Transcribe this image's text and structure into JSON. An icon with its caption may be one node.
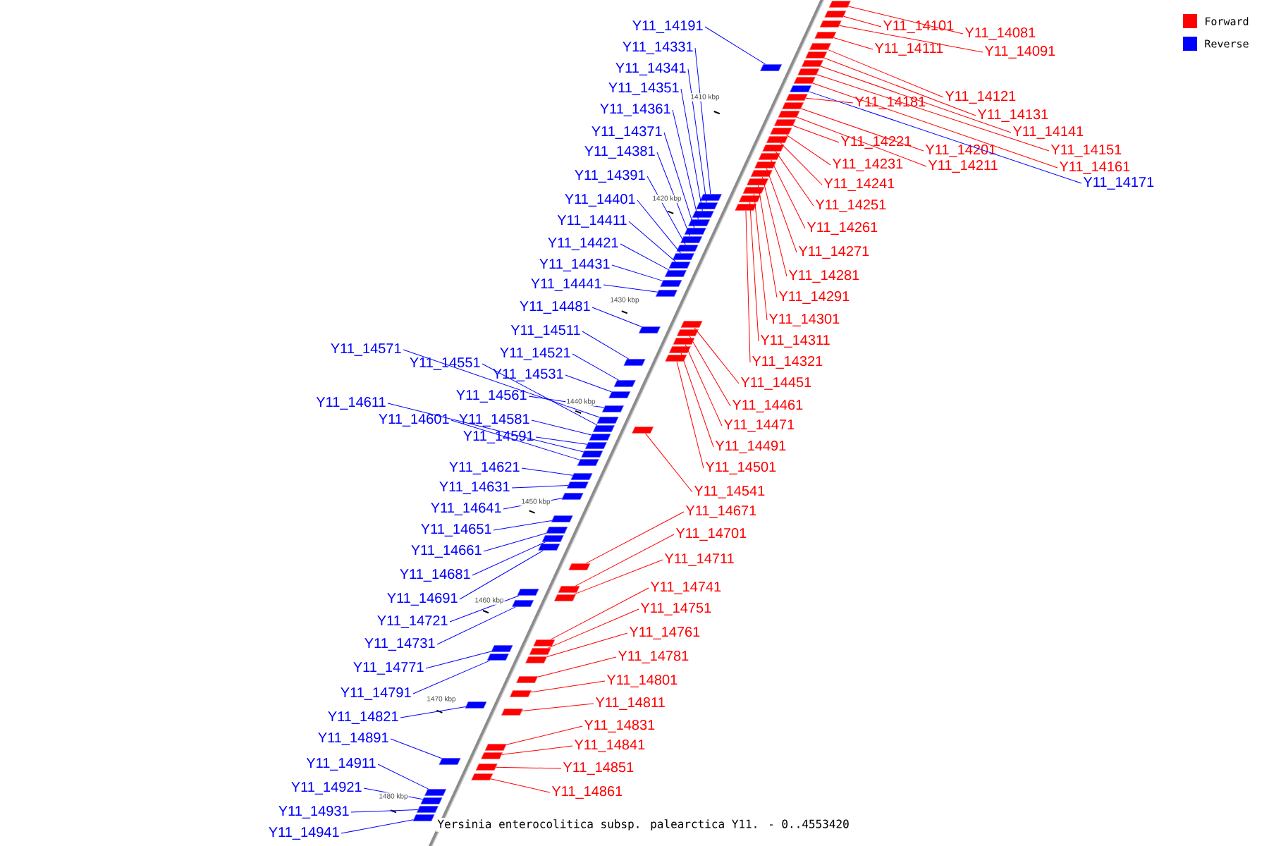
{
  "diagram": {
    "nodes": [
      {
        "text": [
          "Y11_14191"
        ]
      },
      {
        "text": [
          "Y11_14331"
        ]
      },
      {
        "text": [
          "Y11_14341"
        ]
      },
      {
        "text": [
          "Y11_14351"
        ]
      },
      {
        "text": [
          "Y11_14361"
        ]
      },
      {
        "text": [
          "Y11_14371"
        ]
      },
      {
        "text": [
          "Y11_14381"
        ]
      },
      {
        "text": [
          "Y11_14391"
        ]
      },
      {
        "text": [
          "Y11_14401"
        ]
      },
      {
        "text": [
          "Y11_14411"
        ]
      },
      {
        "text": [
          "Y11_14421"
        ]
      },
      {
        "text": [
          "Y11_14431"
        ]
      },
      {
        "text": [
          "Y11_14441"
        ]
      },
      {
        "text": [
          "Y11_14481"
        ]
      },
      {
        "text": [
          "Y11_14511"
        ]
      },
      {
        "text": [
          "Y11_14521"
        ]
      },
      {
        "text": [
          "Y11_14531"
        ]
      },
      {
        "text": [
          "Y11_14571"
        ]
      },
      {
        "text": [
          "Y11_14551"
        ]
      },
      {
        "text": [
          "Y11_14561"
        ]
      },
      {
        "text": [
          "Y11_14611"
        ]
      },
      {
        "text": [
          "Y11_14601"
        ]
      },
      {
        "text": [
          "Y11_14581"
        ]
      },
      {
        "text": [
          "Y11_14591"
        ]
      },
      {
        "text": [
          "Y11_14621"
        ]
      },
      {
        "text": [
          "Y11_14631"
        ]
      },
      {
        "text": [
          "Y11_14641"
        ]
      },
      {
        "text": [
          "Y11_14651"
        ]
      },
      {
        "text": [
          "Y11_14661"
        ]
      },
      {
        "text": [
          "Y11_14681"
        ]
      },
      {
        "text": [
          "Y11_14691"
        ]
      },
      {
        "text": [
          "Y11_14721"
        ]
      },
      {
        "text": [
          "Y11_14731"
        ]
      },
      {
        "text": [
          "Y11_14771"
        ]
      },
      {
        "text": [
          "Y11_14791"
        ]
      },
      {
        "text": [
          "Y11_14821"
        ]
      },
      {
        "text": [
          "Y11_14891"
        ]
      },
      {
        "text": [
          "Y11_14911"
        ]
      },
      {
        "text": [
          "Y11_14921"
        ]
      },
      {
        "text": [
          "Y11_14931"
        ]
      },
      {
        "text": [
          "Y11_14941"
        ]
      },
      {
        "text": [
          "Y11_14101"
        ]
      },
      {
        "text": [
          "Y11_14081"
        ]
      },
      {
        "text": [
          "Y11_14091"
        ]
      },
      {
        "text": [
          "Y11_14111"
        ]
      },
      {
        "text": [
          "Y11_14121"
        ]
      },
      {
        "text": [
          "Y11_14131"
        ]
      },
      {
        "text": [
          "Y11_14141"
        ]
      },
      {
        "text": [
          "Y11_14151"
        ]
      },
      {
        "text": [
          "Y11_14161"
        ]
      },
      {
        "text": [
          "Y11_14171"
        ]
      },
      {
        "text": [
          "Y11_14181"
        ]
      },
      {
        "text": [
          "Y11_14201"
        ]
      },
      {
        "text": [
          "Y11_14211"
        ]
      },
      {
        "text": [
          "Y11_14221"
        ]
      },
      {
        "text": [
          "Y11_14231"
        ]
      },
      {
        "text": [
          "Y11_14241"
        ]
      },
      {
        "text": [
          "Y11_14251"
        ]
      },
      {
        "text": [
          "Y11_14261"
        ]
      },
      {
        "text": [
          "Y11_14271"
        ]
      },
      {
        "text": [
          "Y11_14281"
        ]
      },
      {
        "text": [
          "Y11_14291"
        ]
      },
      {
        "text": [
          "Y11_14301"
        ]
      },
      {
        "text": [
          "Y11_14311"
        ]
      },
      {
        "text": [
          "Y11_14321"
        ]
      },
      {
        "text": [
          "Y11_14451"
        ]
      },
      {
        "text": [
          "Y11_14461"
        ]
      },
      {
        "text": [
          "Y11_14471"
        ]
      },
      {
        "text": [
          "Y11_14491"
        ]
      },
      {
        "text": [
          "Y11_14501"
        ]
      },
      {
        "text": [
          "Y11_14541"
        ]
      },
      {
        "text": [
          "Y11_14671"
        ]
      },
      {
        "text": [
          "Y11_14701"
        ]
      },
      {
        "text": [
          "Y11_14711"
        ]
      },
      {
        "text": [
          "Y11_14741"
        ]
      },
      {
        "text": [
          "Y11_14751"
        ]
      },
      {
        "text": [
          "Y11_14761"
        ]
      },
      {
        "text": [
          "Y11_14781"
        ]
      },
      {
        "text": [
          "Y11_14801"
        ]
      },
      {
        "text": [
          "Y11_14811"
        ]
      },
      {
        "text": [
          "Y11_14831"
        ]
      },
      {
        "text": [
          "Y11_14841"
        ]
      },
      {
        "text": [
          "Y11_14851"
        ]
      },
      {
        "text": [
          "Y11_14861"
        ]
      },
      {
        "text": [],
        "shape": "bar"
      },
      {
        "text": [],
        "shape": "bar"
      },
      {
        "text": [],
        "shape": "bar"
      },
      {
        "text": [],
        "shape": "bar"
      },
      {
        "text": [],
        "shape": "bar"
      },
      {
        "text": [],
        "shape": "bar"
      },
      {
        "text": [],
        "shape": "bar"
      },
      {
        "text": [],
        "shape": "bar"
      },
      {
        "text": [],
        "shape": "bar"
      },
      {
        "text": [],
        "shape": "bar"
      },
      {
        "text": [],
        "shape": "bar"
      },
      {
        "text": [],
        "shape": "bar"
      },
      {
        "text": [],
        "shape": "bar"
      },
      {
        "text": [],
        "shape": "bar"
      },
      {
        "text": [],
        "shape": "bar"
      },
      {
        "text": [],
        "shape": "bar"
      },
      {
        "text": [],
        "shape": "bar"
      },
      {
        "text": [],
        "shape": "bar"
      },
      {
        "text": [],
        "shape": "bar"
      },
      {
        "text": [],
        "shape": "bar"
      },
      {
        "text": [],
        "shape": "bar"
      },
      {
        "text": [],
        "shape": "bar"
      },
      {
        "text": [],
        "shape": "bar"
      },
      {
        "text": [],
        "shape": "bar"
      },
      {
        "text": [],
        "shape": "bar"
      },
      {
        "text": [],
        "shape": "bar"
      },
      {
        "text": [],
        "shape": "bar"
      },
      {
        "text": [],
        "shape": "bar"
      },
      {
        "text": [],
        "shape": "bar"
      },
      {
        "text": [],
        "shape": "bar"
      },
      {
        "text": [],
        "shape": "bar"
      },
      {
        "text": [],
        "shape": "bar"
      },
      {
        "text": [],
        "shape": "bar"
      },
      {
        "text": [],
        "shape": "bar"
      },
      {
        "text": [],
        "shape": "bar"
      },
      {
        "text": [],
        "shape": "bar"
      },
      {
        "text": [],
        "shape": "bar"
      },
      {
        "text": [],
        "shape": "bar"
      },
      {
        "text": [],
        "shape": "bar"
      },
      {
        "text": [],
        "shape": "bar"
      },
      {
        "text": [],
        "shape": "bar"
      },
      {
        "text": [],
        "shape": "bar"
      },
      {
        "text": [],
        "shape": "bar"
      },
      {
        "text": [],
        "shape": "bar"
      },
      {
        "text": [],
        "shape": "bar"
      },
      {
        "text": [],
        "shape": "bar"
      },
      {
        "text": [],
        "shape": "bar"
      },
      {
        "text": [],
        "shape": "bar"
      },
      {
        "text": [],
        "shape": "bar"
      },
      {
        "text": [],
        "shape": "bar"
      },
      {
        "text": [],
        "shape": "bar"
      },
      {
        "text": [],
        "shape": "bar"
      },
      {
        "text": [],
        "shape": "bar"
      },
      {
        "text": [],
        "shape": "bar"
      },
      {
        "text": [],
        "shape": "bar"
      },
      {
        "text": [],
        "shape": "bar"
      },
      {
        "text": [],
        "shape": "bar"
      },
      {
        "text": [],
        "shape": "bar"
      },
      {
        "text": [],
        "shape": "bar"
      },
      {
        "text": [],
        "shape": "bar"
      },
      {
        "text": [],
        "shape": "bar"
      },
      {
        "text": [],
        "shape": "bar"
      },
      {
        "text": [],
        "shape": "bar"
      },
      {
        "text": [],
        "shape": "bar"
      },
      {
        "text": [],
        "shape": "bar"
      },
      {
        "text": [],
        "shape": "bar"
      },
      {
        "text": [],
        "shape": "bar"
      },
      {
        "text": [],
        "shape": "bar"
      },
      {
        "text": [],
        "shape": "bar"
      },
      {
        "text": [],
        "shape": "bar"
      },
      {
        "text": [],
        "shape": "bar"
      },
      {
        "text": [],
        "shape": "bar"
      },
      {
        "text": [],
        "shape": "bar"
      },
      {
        "text": [],
        "shape": "bar"
      },
      {
        "text": [],
        "shape": "bar"
      },
      {
        "text": [],
        "shape": "bar"
      },
      {
        "text": [],
        "shape": "bar"
      },
      {
        "text": [],
        "shape": "bar"
      },
      {
        "text": [],
        "shape": "bar"
      },
      {
        "text": [],
        "shape": "bar"
      },
      {
        "text": [],
        "shape": "bar"
      },
      {
        "text": [],
        "shape": "bar"
      },
      {
        "text": [],
        "shape": "bar"
      },
      {
        "text": [],
        "shape": "bar"
      }
    ],
    "edges": [
      {
        "from": 0,
        "to": 84,
        "arrow": "none",
        "color": "#0000ff"
      },
      {
        "from": 1,
        "to": 85,
        "arrow": "none",
        "color": "#0000ff"
      },
      {
        "from": 2,
        "to": 86,
        "arrow": "none",
        "color": "#0000ff"
      },
      {
        "from": 3,
        "to": 87,
        "arrow": "none",
        "color": "#0000ff"
      },
      {
        "from": 4,
        "to": 88,
        "arrow": "none",
        "color": "#0000ff"
      },
      {
        "from": 5,
        "to": 89,
        "arrow": "none",
        "color": "#0000ff"
      },
      {
        "from": 6,
        "to": 90,
        "arrow": "none",
        "color": "#0000ff"
      },
      {
        "from": 7,
        "to": 91,
        "arrow": "none",
        "color": "#0000ff"
      },
      {
        "from": 8,
        "to": 92,
        "arrow": "none",
        "color": "#0000ff"
      },
      {
        "from": 9,
        "to": 93,
        "arrow": "none",
        "color": "#0000ff"
      },
      {
        "from": 10,
        "to": 94,
        "arrow": "none",
        "color": "#0000ff"
      },
      {
        "from": 11,
        "to": 95,
        "arrow": "none",
        "color": "#0000ff"
      },
      {
        "from": 12,
        "to": 96,
        "arrow": "none",
        "color": "#0000ff"
      },
      {
        "from": 13,
        "to": 97,
        "arrow": "none",
        "color": "#0000ff"
      },
      {
        "from": 14,
        "to": 98,
        "arrow": "none",
        "color": "#0000ff"
      },
      {
        "from": 15,
        "to": 99,
        "arrow": "none",
        "color": "#0000ff"
      },
      {
        "from": 16,
        "to": 100,
        "arrow": "none",
        "color": "#0000ff"
      },
      {
        "from": 17,
        "to": 101,
        "arrow": "none",
        "color": "#0000ff"
      },
      {
        "from": 18,
        "to": 102,
        "arrow": "none",
        "color": "#0000ff"
      },
      {
        "from": 19,
        "to": 103,
        "arrow": "none",
        "color": "#0000ff"
      },
      {
        "from": 20,
        "to": 104,
        "arrow": "none",
        "color": "#0000ff"
      },
      {
        "from": 21,
        "to": 105,
        "arrow": "none",
        "color": "#0000ff"
      },
      {
        "from": 22,
        "to": 106,
        "arrow": "none",
        "color": "#0000ff"
      },
      {
        "from": 23,
        "to": 107,
        "arrow": "none",
        "color": "#0000ff"
      },
      {
        "from": 24,
        "to": 108,
        "arrow": "none",
        "color": "#0000ff"
      },
      {
        "from": 25,
        "to": 109,
        "arrow": "none",
        "color": "#0000ff"
      },
      {
        "from": 26,
        "to": 110,
        "arrow": "none",
        "color": "#0000ff"
      },
      {
        "from": 27,
        "to": 111,
        "arrow": "none",
        "color": "#0000ff"
      },
      {
        "from": 28,
        "to": 112,
        "arrow": "none",
        "color": "#0000ff"
      },
      {
        "from": 29,
        "to": 113,
        "arrow": "none",
        "color": "#0000ff"
      },
      {
        "from": 30,
        "to": 114,
        "arrow": "none",
        "color": "#0000ff"
      },
      {
        "from": 31,
        "to": 115,
        "arrow": "none",
        "color": "#0000ff"
      },
      {
        "from": 32,
        "to": 116,
        "arrow": "none",
        "color": "#0000ff"
      },
      {
        "from": 33,
        "to": 117,
        "arrow": "none",
        "color": "#0000ff"
      },
      {
        "from": 34,
        "to": 118,
        "arrow": "none",
        "color": "#0000ff"
      },
      {
        "from": 35,
        "to": 119,
        "arrow": "none",
        "color": "#0000ff"
      },
      {
        "from": 36,
        "to": 120,
        "arrow": "none",
        "color": "#0000ff"
      },
      {
        "from": 37,
        "to": 121,
        "arrow": "none",
        "color": "#0000ff"
      },
      {
        "from": 38,
        "to": 122,
        "arrow": "none",
        "color": "#0000ff"
      },
      {
        "from": 39,
        "to": 123,
        "arrow": "none",
        "color": "#0000ff"
      },
      {
        "from": 40,
        "to": 124,
        "arrow": "none",
        "color": "#0000ff"
      },
      {
        "from": 41,
        "to": 125,
        "arrow": "none",
        "color": "#ff0000"
      },
      {
        "from": 42,
        "to": 126,
        "arrow": "none",
        "color": "#ff0000"
      },
      {
        "from": 43,
        "to": 127,
        "arrow": "none",
        "color": "#ff0000"
      },
      {
        "from": 44,
        "to": 128,
        "arrow": "none",
        "color": "#ff0000"
      },
      {
        "from": 45,
        "to": 129,
        "arrow": "none",
        "color": "#ff0000"
      },
      {
        "from": 46,
        "to": 130,
        "arrow": "none",
        "color": "#ff0000"
      },
      {
        "from": 47,
        "to": 131,
        "arrow": "none",
        "color": "#ff0000"
      },
      {
        "from": 48,
        "to": 132,
        "arrow": "none",
        "color": "#ff0000"
      },
      {
        "from": 49,
        "to": 133,
        "arrow": "none",
        "color": "#ff0000"
      },
      {
        "from": 50,
        "to": 134,
        "arrow": "none",
        "color": "#0000ff"
      },
      {
        "from": 51,
        "to": 135,
        "arrow": "none",
        "color": "#ff0000"
      },
      {
        "from": 52,
        "to": 136,
        "arrow": "none",
        "color": "#ff0000"
      },
      {
        "from": 53,
        "to": 137,
        "arrow": "none",
        "color": "#ff0000"
      },
      {
        "from": 54,
        "to": 138,
        "arrow": "none",
        "color": "#ff0000"
      },
      {
        "from": 55,
        "to": 139,
        "arrow": "none",
        "color": "#ff0000"
      },
      {
        "from": 56,
        "to": 140,
        "arrow": "none",
        "color": "#ff0000"
      },
      {
        "from": 57,
        "to": 141,
        "arrow": "none",
        "color": "#ff0000"
      },
      {
        "from": 58,
        "to": 142,
        "arrow": "none",
        "color": "#ff0000"
      },
      {
        "from": 59,
        "to": 143,
        "arrow": "none",
        "color": "#ff0000"
      },
      {
        "from": 60,
        "to": 144,
        "arrow": "none",
        "color": "#ff0000"
      },
      {
        "from": 61,
        "to": 145,
        "arrow": "none",
        "color": "#ff0000"
      },
      {
        "from": 62,
        "to": 146,
        "arrow": "none",
        "color": "#ff0000"
      },
      {
        "from": 63,
        "to": 147,
        "arrow": "none",
        "color": "#ff0000"
      },
      {
        "from": 64,
        "to": 148,
        "arrow": "none",
        "color": "#ff0000"
      },
      {
        "from": 65,
        "to": 149,
        "arrow": "none",
        "color": "#ff0000"
      },
      {
        "from": 66,
        "to": 150,
        "arrow": "none",
        "color": "#ff0000"
      },
      {
        "from": 67,
        "to": 151,
        "arrow": "none",
        "color": "#ff0000"
      },
      {
        "from": 68,
        "to": 152,
        "arrow": "none",
        "color": "#ff0000"
      },
      {
        "from": 69,
        "to": 153,
        "arrow": "none",
        "color": "#ff0000"
      },
      {
        "from": 70,
        "to": 154,
        "arrow": "none",
        "color": "#ff0000"
      },
      {
        "from": 71,
        "to": 155,
        "arrow": "none",
        "color": "#ff0000"
      },
      {
        "from": 72,
        "to": 156,
        "arrow": "none",
        "color": "#ff0000"
      },
      {
        "from": 73,
        "to": 157,
        "arrow": "none",
        "color": "#ff0000"
      },
      {
        "from": 74,
        "to": 158,
        "arrow": "none",
        "color": "#ff0000"
      },
      {
        "from": 75,
        "to": 159,
        "arrow": "none",
        "color": "#ff0000"
      },
      {
        "from": 76,
        "to": 160,
        "arrow": "none",
        "color": "#ff0000"
      },
      {
        "from": 77,
        "to": 161,
        "arrow": "none",
        "color": "#ff0000"
      },
      {
        "from": 78,
        "to": 162,
        "arrow": "none",
        "color": "#ff0000"
      },
      {
        "from": 79,
        "to": 163,
        "arrow": "none",
        "color": "#ff0000"
      },
      {
        "from": 80,
        "to": 164,
        "arrow": "none",
        "color": "#ff0000"
      },
      {
        "from": 81,
        "to": 165,
        "arrow": "none",
        "color": "#ff0000"
      },
      {
        "from": 82,
        "to": 166,
        "arrow": "none",
        "color": "#ff0000"
      },
      {
        "from": 83,
        "to": 167,
        "arrow": "none",
        "color": "#ff0000"
      }
    ],
    "labels": [
      "1410 kbp",
      "1420 kbp",
      "1430 kbp",
      "1440 kbp",
      "1450 kbp",
      "1460 kbp",
      "1470 kbp",
      "1480 kbp",
      "Yersinia enterocolitica subsp. palearctica Y11. - 0..4553420"
    ],
    "legend": [
      {
        "text": "Forward",
        "color": "#ff0000"
      },
      {
        "text": "Reverse",
        "color": "#0000ff"
      }
    ]
  }
}
